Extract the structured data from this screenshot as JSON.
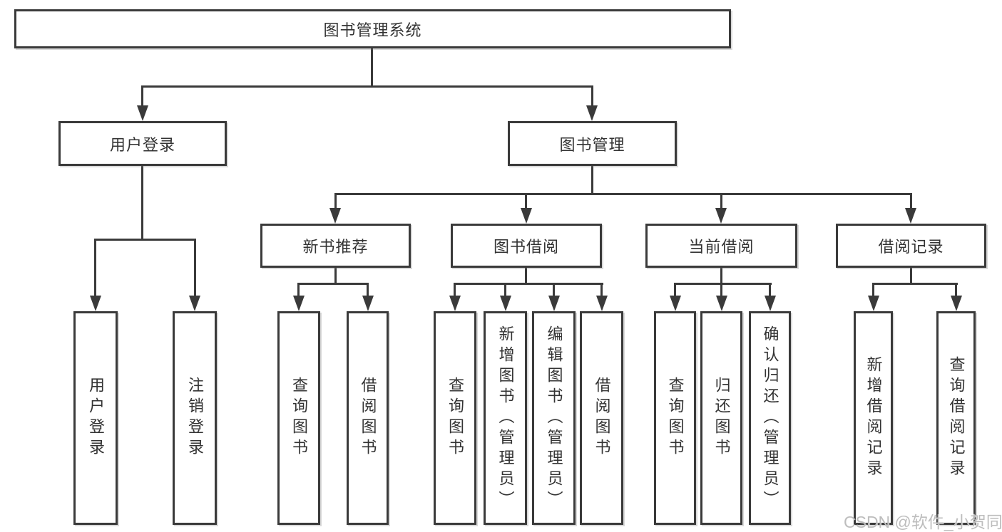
{
  "colors": {
    "line": "#3a3a3a",
    "text": "#333333",
    "background": "#ffffff",
    "watermark": "#bdbdbd"
  },
  "nodes": {
    "root": "图书管理系统",
    "user_login": "用户登录",
    "book_management": "图书管理",
    "new_book_recommend": "新书推荐",
    "book_borrow": "图书借阅",
    "current_borrow": "当前借阅",
    "borrow_records": "借阅记录",
    "user_login_leaf": "用户登录",
    "logout_leaf": "注销登录",
    "recommend_query_books": "查询图书",
    "recommend_borrow_books": "借阅图书",
    "borrow_query_books": "查询图书",
    "borrow_add_books_admin": "新增图书（管理员）",
    "borrow_edit_books_admin": "编辑图书（管理员）",
    "borrow_borrow_books": "借阅图书",
    "current_query_books": "查询图书",
    "current_return_books": "归还图书",
    "current_confirm_return_admin": "确认归还（管理员）",
    "records_add_record": "新增借阅记录",
    "records_query_record": "查询借阅记录"
  },
  "watermark": "CSDN @软件_小贺同学"
}
